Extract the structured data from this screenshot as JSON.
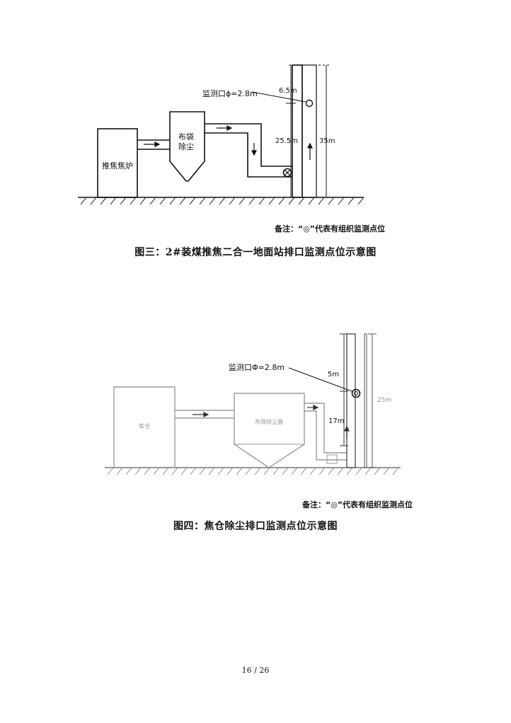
{
  "figure3": {
    "caption": "图三：2#装煤推焦二合一地面站排口监测点位示意图",
    "note": "备注：“◎”代表有组织监测点位",
    "labels": {
      "furnace": "推焦焦炉",
      "bag_line1": "布袋",
      "bag_line2": "除尘",
      "port": "监测口ϕ=2.8m",
      "upper": "6.5m",
      "lower": "25.5m",
      "total": "35m"
    }
  },
  "figure4": {
    "caption": "图四：焦仓除尘排口监测点位示意图",
    "note": "备注：“◎”代表有组织监测点位",
    "labels": {
      "left_box": "焦仓",
      "right_box": "布袋除尘器",
      "port": "监测口Φ=2.8m",
      "upper": "5m",
      "lower": "17m",
      "total": "25m"
    }
  },
  "page_number": "16 / 26"
}
